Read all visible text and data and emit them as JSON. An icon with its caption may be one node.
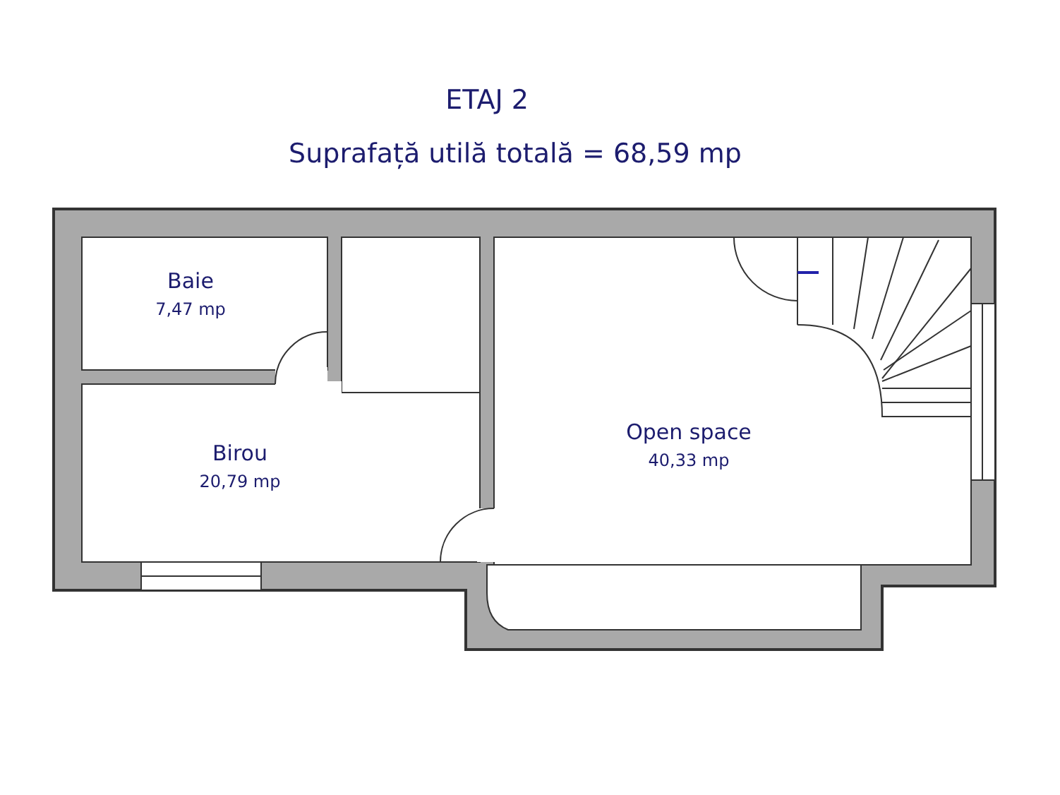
{
  "diagram": {
    "title": "ETAJ 2",
    "nodes": [
      {
        "text": [
          "Baie",
          "7,47 mp"
        ]
      },
      {
        "text": [
          "Birou",
          "20,79 mp"
        ]
      },
      {
        "text": [
          "Open space",
          "40,33 mp"
        ]
      }
    ],
    "labels": [
      "Suprafață utilă totală = 68,59 mp"
    ]
  }
}
